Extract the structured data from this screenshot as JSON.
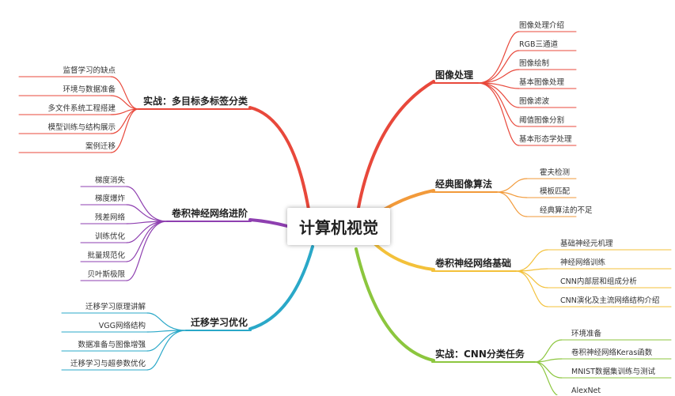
{
  "center": {
    "label": "计算机视觉"
  },
  "branches": [
    {
      "label": "图像处理",
      "color": "#e8483b",
      "items": [
        "图像处理介绍",
        "RGB三通道",
        "图像绘制",
        "基本图像处理",
        "图像滤波",
        "阈值图像分割",
        "基本形态学处理"
      ]
    },
    {
      "label": "经典图像算法",
      "color": "#f29a3a",
      "items": [
        "霍夫检测",
        "模板匹配",
        "经典算法的不足"
      ]
    },
    {
      "label": "卷积神经网络基础",
      "color": "#f3c13a",
      "items": [
        "基础神经元机理",
        "神经网络训练",
        "CNN内部层和组成分析",
        "CNN演化及主流网络结构介绍"
      ]
    },
    {
      "label": "实战：CNN分类任务",
      "color": "#8cc63e",
      "items": [
        "环境准备",
        "卷积神经网络Keras函数",
        "MNIST数据集训练与测试",
        "AlexNet"
      ]
    },
    {
      "label": "实战：多目标多标签分类",
      "color": "#e8483b",
      "items": [
        "监督学习的缺点",
        "环境与数据准备",
        "多文件系统工程搭建",
        "模型训练与结构展示",
        "案例迁移"
      ]
    },
    {
      "label": "卷积神经网络进阶",
      "color": "#8e3fb0",
      "items": [
        "梯度消失",
        "梯度爆炸",
        "残差网络",
        "训练优化",
        "批量规范化",
        "贝叶斯极限"
      ]
    },
    {
      "label": "迁移学习优化",
      "color": "#2aa8c8",
      "items": [
        "迁移学习原理讲解",
        "VGG网络结构",
        "数据准备与图像增强",
        "迁移学习与超参数优化"
      ]
    }
  ]
}
